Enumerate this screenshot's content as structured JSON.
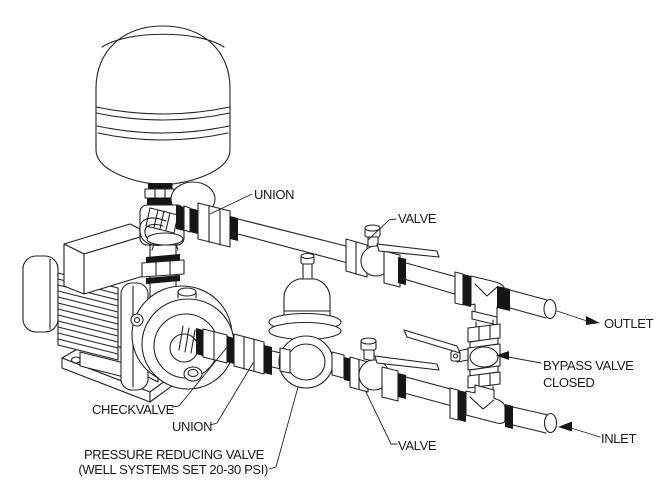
{
  "diagram": {
    "labels": {
      "union_top": "UNION",
      "valve_top": "VALVE",
      "outlet": "OUTLET",
      "bypass_line1": "BYPASS VALVE",
      "bypass_line2": "CLOSED",
      "inlet": "INLET",
      "checkvalve": "CHECKVALVE",
      "union_bottom": "UNION",
      "prv_line1": "PRESSURE REDUCING VALVE",
      "prv_line2": "(WELL SYSTEMS SET 20-30 PSI)",
      "valve_bottom": "VALVE"
    },
    "colors": {
      "line": "#232323",
      "background": "#ffffff",
      "seal_band": "#161616",
      "text": "#1a1a1a"
    },
    "components": [
      "pressure-tank",
      "tank-connector-fitting",
      "tank-tee-fitting",
      "union-fitting-top",
      "pump-motor",
      "junction-box",
      "pump-casing",
      "base-plate",
      "checkvalve",
      "union-fitting-bottom",
      "pressure-reducing-valve",
      "ball-valve-upper",
      "ball-valve-lower",
      "bypass-valve",
      "tee-upper",
      "tee-lower",
      "outlet-pipe",
      "inlet-pipe"
    ]
  }
}
